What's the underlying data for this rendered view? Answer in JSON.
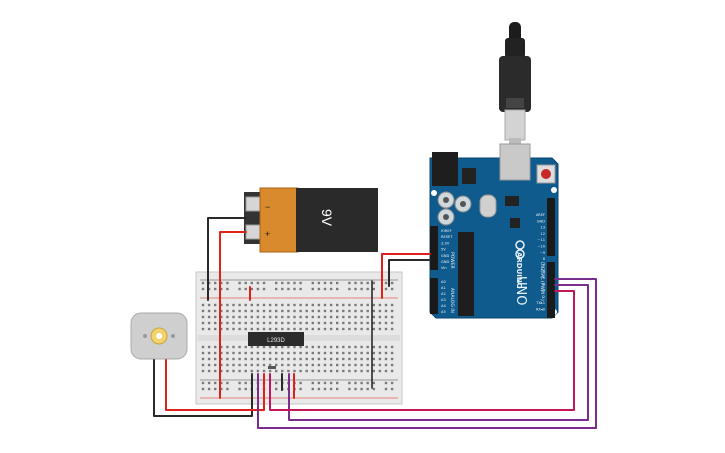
{
  "battery": {
    "label": "9V",
    "minus": "−",
    "plus": "+"
  },
  "driver_chip": {
    "label": "L293D"
  },
  "arduino": {
    "brand": "ARDUINO",
    "model": "UNO",
    "power_labels": [
      "IOREF",
      "RESET",
      "3.3V",
      "5V",
      "GND",
      "GND",
      "Vin"
    ],
    "power_group": "POWER",
    "analog_labels": [
      "A0",
      "A1",
      "A2",
      "A3",
      "A4",
      "A5"
    ],
    "analog_group": "ANALOG IN",
    "digital_labels": [
      "AREF",
      "GND",
      "13",
      "12",
      "~11",
      "~10",
      "~9",
      "8",
      "7",
      "~6",
      "~5",
      "4",
      "~3",
      "2",
      "TX▸1",
      "RX◂0"
    ],
    "digital_group": "DIGITAL (PWM ~)"
  },
  "colors": {
    "wire_red": "#e0201b",
    "wire_black": "#2a2a2a",
    "wire_purple": "#7b2d8e",
    "wire_magenta": "#c2185b",
    "board_blue": "#0f5b8d",
    "battery_orange": "#d98a2c"
  }
}
